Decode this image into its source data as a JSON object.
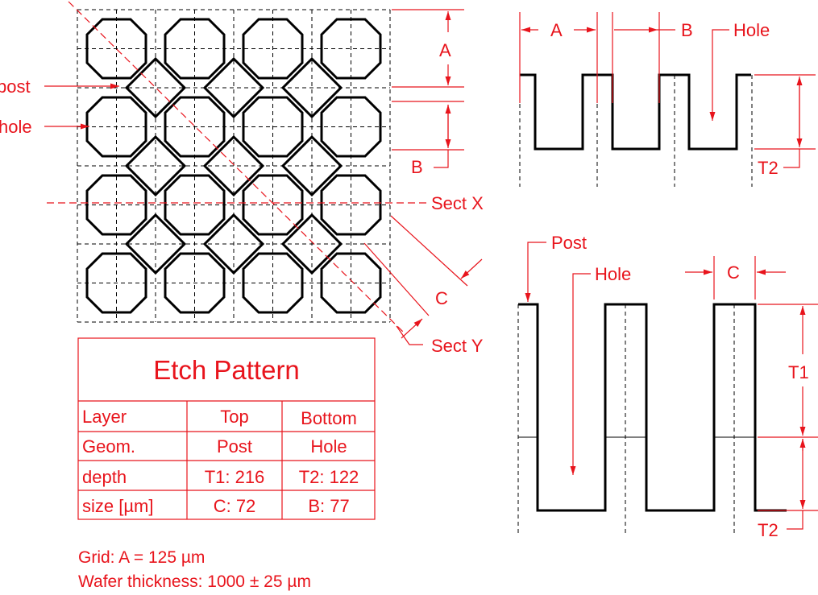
{
  "labels": {
    "post": "post",
    "hole": "hole",
    "A": "A",
    "B": "B",
    "C": "C",
    "sect_x": "Sect X",
    "sect_y": "Sect Y",
    "hole_cap": "Hole",
    "post_cap": "Post",
    "T1": "T1",
    "T2": "T2"
  },
  "table": {
    "title": "Etch Pattern",
    "header": [
      "Layer",
      "Top",
      "Bottom"
    ],
    "rows": [
      [
        "Geom.",
        "Post",
        "Hole"
      ],
      [
        "depth",
        "T1: 216",
        "T2: 122"
      ],
      [
        "size [µm]",
        "C: 72",
        "B: 77"
      ]
    ]
  },
  "notes": {
    "grid": "Grid: A = 125 µm",
    "wafer": "Wafer thickness:  1000 ± 25 µm"
  },
  "colors": {
    "annotation": "#e8141c",
    "pattern": "#000000"
  }
}
